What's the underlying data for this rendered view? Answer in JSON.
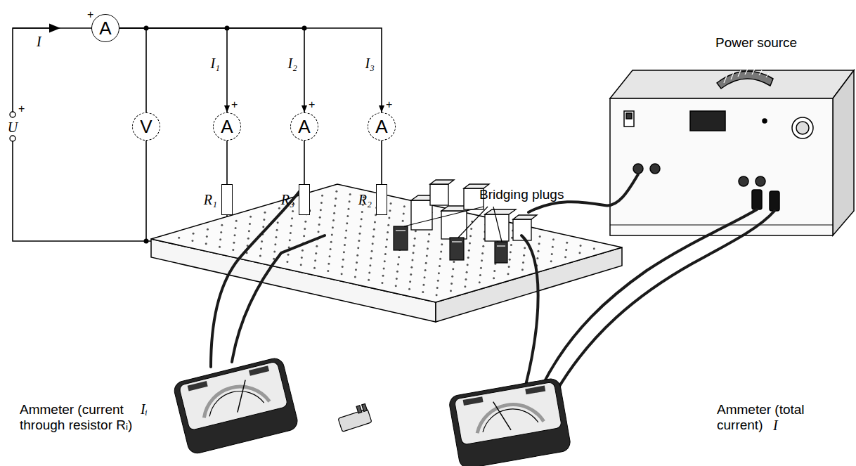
{
  "diagram": {
    "nodes": [
      {
        "text": [
          "A"
        ]
      },
      {
        "text": [
          "V"
        ]
      },
      {
        "text": [
          "A"
        ]
      },
      {
        "text": [
          "A"
        ]
      },
      {
        "text": [
          "A"
        ]
      },
      {
        "text": [
          "R₁"
        ]
      },
      {
        "text": [
          "R₃"
        ]
      },
      {
        "text": [
          "R₂"
        ]
      }
    ],
    "edges": [
      {
        "from": 0,
        "to": 1,
        "arrow": "none"
      },
      {
        "from": 0,
        "to": 2,
        "arrow": "to",
        "label": "I₁"
      },
      {
        "from": 0,
        "to": 3,
        "arrow": "to",
        "label": "I₂"
      },
      {
        "from": 0,
        "to": 4,
        "arrow": "to",
        "label": "I₃"
      },
      {
        "from": 2,
        "to": 5,
        "arrow": "none"
      },
      {
        "from": 3,
        "to": 6,
        "arrow": "none"
      },
      {
        "from": 4,
        "to": 7,
        "arrow": "none"
      }
    ],
    "labels": [
      "+",
      "I",
      "+",
      "U",
      "+",
      "+",
      "+",
      "Bridging plugs",
      "Power source",
      "Ammeter (current through resistor Rᵢ)",
      "Iᵢ",
      "Ammeter (total current)",
      "I"
    ]
  }
}
